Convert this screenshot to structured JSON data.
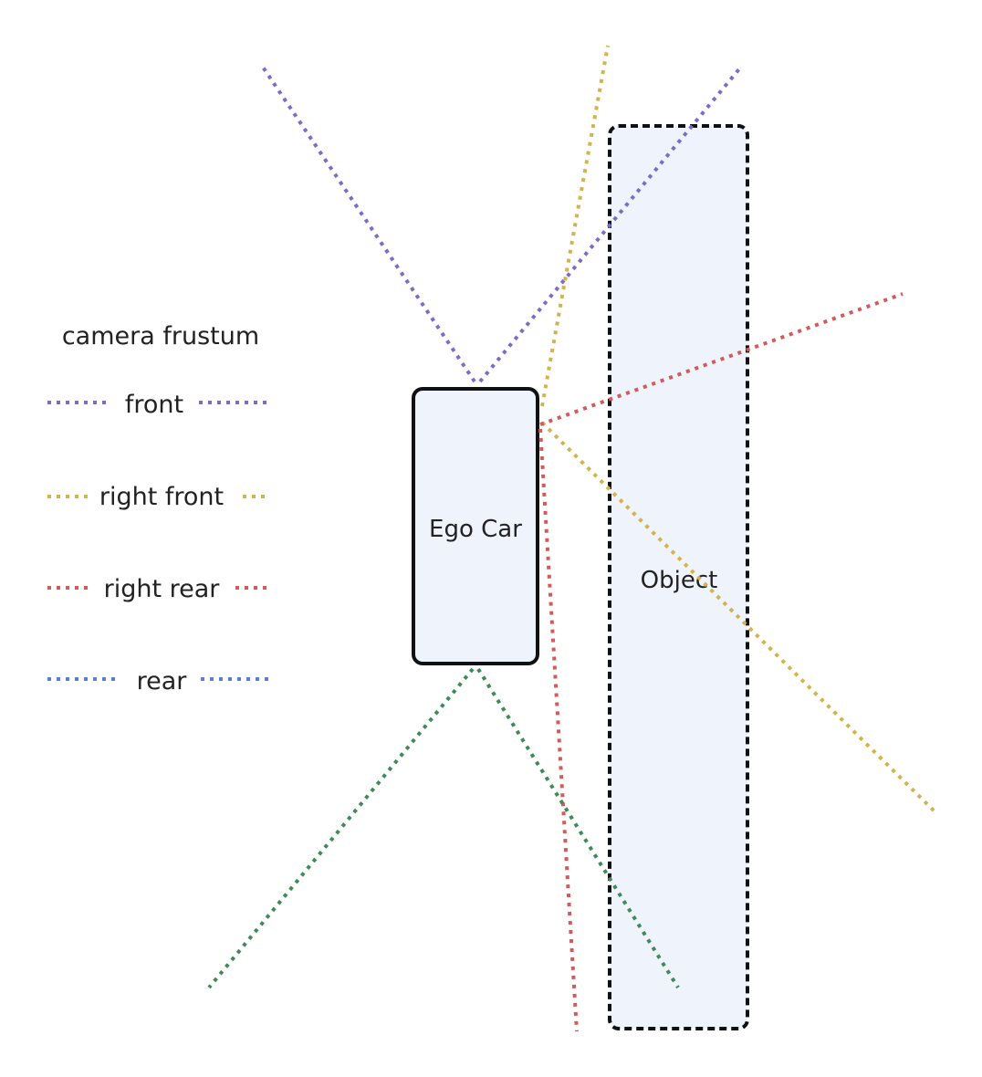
{
  "legend": {
    "title": "camera frustum",
    "items": [
      {
        "key": "front",
        "label": "front",
        "color": "#7b6cc8"
      },
      {
        "key": "right_front",
        "label": "right front",
        "color": "#d4b24c"
      },
      {
        "key": "right_rear",
        "label": "right rear",
        "color": "#d45a5a"
      },
      {
        "key": "rear",
        "label": "rear",
        "color": "#5a7fd0"
      }
    ]
  },
  "ego_car": {
    "label": "Ego Car",
    "fill": "#eef3fc",
    "stroke": "#111111"
  },
  "object": {
    "label": "Object",
    "fill": "#eef3fc",
    "stroke": "#111111"
  },
  "rear_frustum_drawn_color": "#3f8a55"
}
